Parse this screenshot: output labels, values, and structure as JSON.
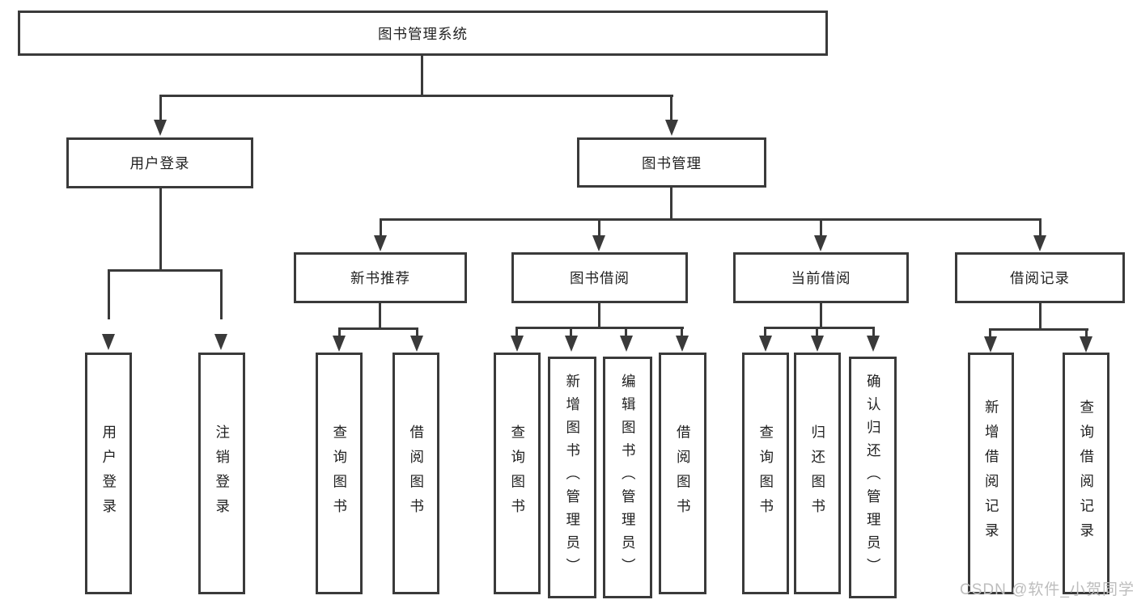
{
  "diagram": {
    "type": "hierarchy-tree",
    "colors": {
      "line": "#3a3a3a",
      "text": "#222222",
      "background": "#ffffff",
      "watermark": "#bdbdbd"
    },
    "watermark": "CSDN @软件_小贺同学",
    "nodes": {
      "root": {
        "label": "图书管理系统"
      },
      "user_login": {
        "label": "用户登录"
      },
      "book_mgmt": {
        "label": "图书管理"
      },
      "new_book": {
        "label": "新书推荐"
      },
      "book_borrow": {
        "label": "图书借阅"
      },
      "cur_borrow": {
        "label": "当前借阅"
      },
      "borrow_rec": {
        "label": "借阅记录"
      },
      "leaf_login": {
        "label": "用户登录"
      },
      "leaf_logout": {
        "label": "注销登录"
      },
      "leaf_nb_query": {
        "label": "查询图书"
      },
      "leaf_nb_borrow": {
        "label": "借阅图书"
      },
      "leaf_bb_query": {
        "label": "查询图书"
      },
      "leaf_bb_add": {
        "label": "新增图书（管理员）"
      },
      "leaf_bb_edit": {
        "label": "编辑图书（管理员）"
      },
      "leaf_bb_borrow": {
        "label": "借阅图书"
      },
      "leaf_cb_query": {
        "label": "查询图书"
      },
      "leaf_cb_return": {
        "label": "归还图书"
      },
      "leaf_cb_confirm": {
        "label": "确认归还（管理员）"
      },
      "leaf_br_add": {
        "label": "新增借阅记录"
      },
      "leaf_br_query": {
        "label": "查询借阅记录"
      }
    },
    "hierarchy": {
      "root": [
        "user_login",
        "book_mgmt"
      ],
      "user_login": [
        "leaf_login",
        "leaf_logout"
      ],
      "book_mgmt": [
        "new_book",
        "book_borrow",
        "cur_borrow",
        "borrow_rec"
      ],
      "new_book": [
        "leaf_nb_query",
        "leaf_nb_borrow"
      ],
      "book_borrow": [
        "leaf_bb_query",
        "leaf_bb_add",
        "leaf_bb_edit",
        "leaf_bb_borrow"
      ],
      "cur_borrow": [
        "leaf_cb_query",
        "leaf_cb_return",
        "leaf_cb_confirm"
      ],
      "borrow_rec": [
        "leaf_br_add",
        "leaf_br_query"
      ]
    }
  }
}
